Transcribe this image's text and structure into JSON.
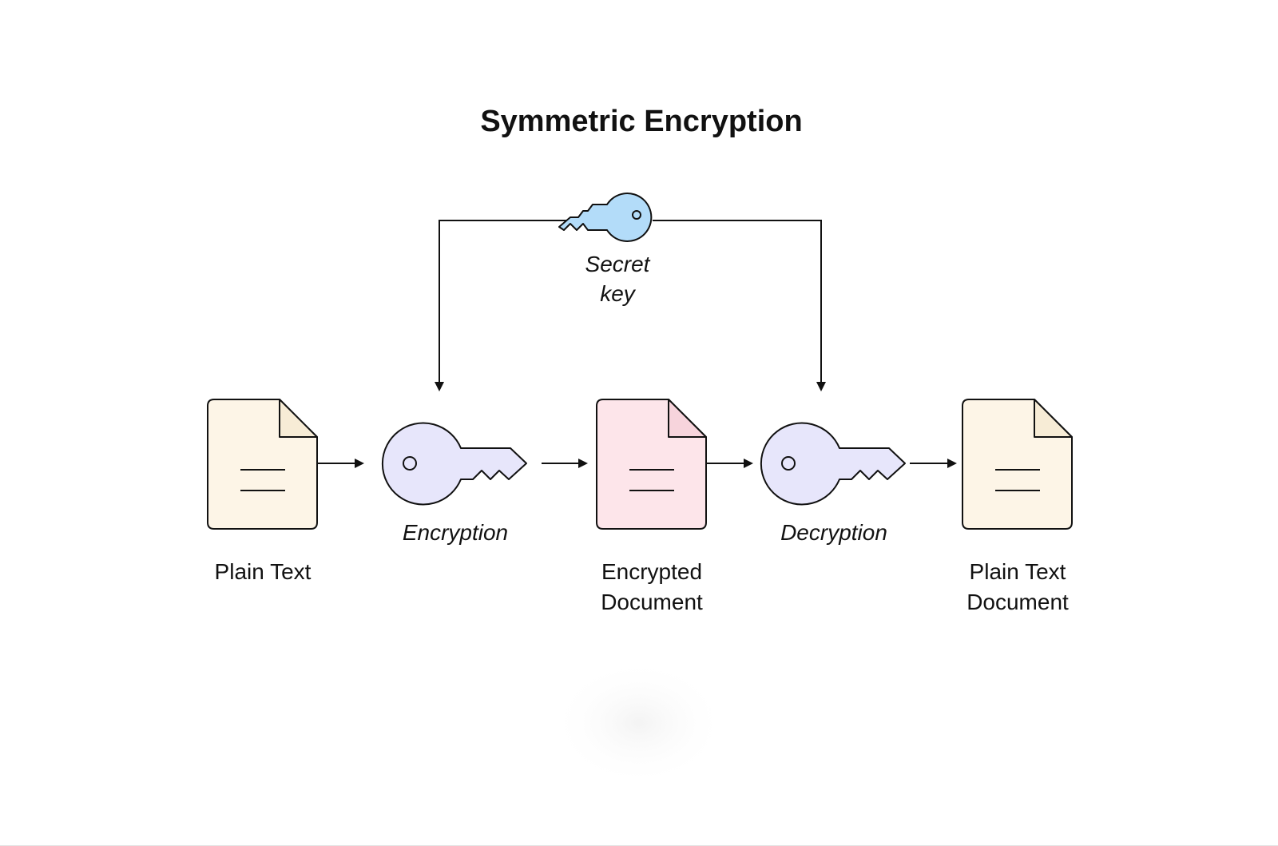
{
  "diagram": {
    "title": "Symmetric Encryption",
    "secret_key": {
      "label_line1": "Secret",
      "label_line2": "key",
      "fill": "#b3dcf9"
    },
    "nodes": {
      "plain_text": {
        "label": "Plain Text",
        "fill": "#fdf5e7"
      },
      "encryption": {
        "label": "Encryption",
        "fill": "#e7e6fb"
      },
      "encrypted_document": {
        "label_line1": "Encrypted",
        "label_line2": "Document",
        "fill": "#fde5ea"
      },
      "decryption": {
        "label": "Decryption",
        "fill": "#e7e6fb"
      },
      "plain_text_document": {
        "label_line1": "Plain Text",
        "label_line2": "Document",
        "fill": "#fdf5e7"
      }
    },
    "stroke_color": "#111111"
  }
}
